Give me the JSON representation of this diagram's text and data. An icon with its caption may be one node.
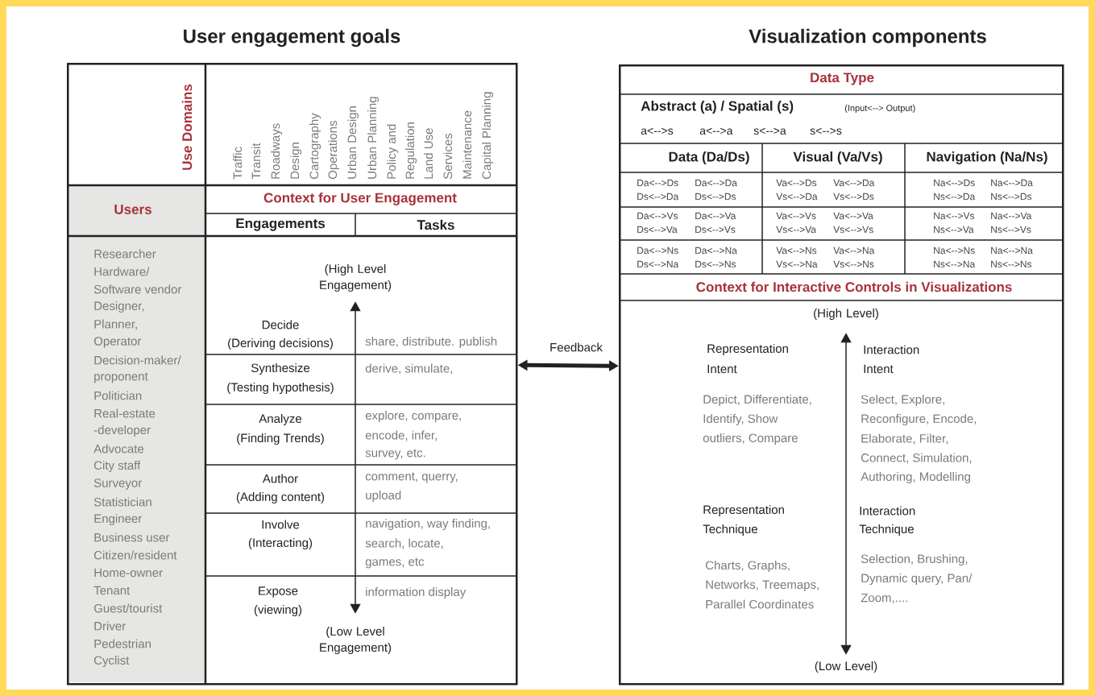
{
  "diagram": {
    "nodes": [
      {
        "text": [
          "User engagement goals"
        ]
      },
      {
        "text": [
          "Visualization components"
        ]
      },
      {
        "text": [
          "(High Level Engagement)"
        ],
        "in": 0
      },
      {
        "text": [
          "(Low Level Engagement)"
        ],
        "in": 0
      },
      {
        "text": [
          "(High Level)"
        ],
        "in": 1
      },
      {
        "text": [
          "(Low Level)"
        ],
        "in": 1
      }
    ],
    "edges": [
      {
        "from": 0,
        "to": 1,
        "arrow": "both",
        "label": "Feedback",
        "style": "thick"
      },
      {
        "from": 2,
        "to": 3,
        "arrow": "both"
      },
      {
        "from": 4,
        "to": 5,
        "arrow": "both"
      }
    ],
    "labels": [
      "Use Domains",
      "Traffic",
      "Transit",
      "Roadways",
      "Design",
      "Cartography",
      "Operations",
      "Urban Design",
      "Urban Planning",
      "Policy and",
      "Regulation",
      "Land Use",
      "Services",
      "Maintenance",
      "Capital Planning",
      "Users",
      "Context for User Engagement",
      "Engagements",
      "Tasks",
      "Researcher",
      "Hardware/",
      "Software vendor",
      "Designer,",
      "Planner,",
      "Operator",
      "Decision-maker/",
      "proponent",
      "Politician",
      "Real-estate",
      "-developer",
      "Advocate",
      "City staff",
      "Surveyor",
      "Statistician",
      "Engineer",
      "Business user",
      "Citizen/resident",
      "Home-owner",
      "Tenant",
      "Guest/tourist",
      "Driver",
      "Pedestrian",
      "Cyclist",
      "Decide",
      "(Deriving decisions)",
      "share, distribute. publish",
      "Synthesize",
      "(Testing hypothesis)",
      "derive, simulate,",
      "Analyze",
      "(Finding Trends)",
      "explore, compare,",
      "encode, infer,",
      "survey, etc.",
      "Author",
      "(Adding content)",
      "comment, querry,",
      "upload",
      "Involve",
      "(Interacting)",
      "navigation, way finding,",
      "search, locate,",
      "games, etc",
      "Expose",
      "(viewing)",
      "information display",
      "Data Type",
      "Abstract (a) / Spatial (s)",
      "(Input<--> Output)",
      "a<-->s",
      "a<-->a",
      "s<-->a",
      "s<-->s",
      "Data (Da/Ds)",
      "Visual (Va/Vs)",
      "Navigation (Na/Ns)",
      "Da<-->Ds",
      "Da<-->Da",
      "Va<-->Ds",
      "Va<-->Da",
      "Na<-->Ds",
      "Na<-->Da",
      "Ds<-->Da",
      "Ds<-->Ds",
      "Vs<-->Da",
      "Vs<-->Ds",
      "Ns<-->Da",
      "Ns<-->Ds",
      "Da<-->Vs",
      "Da<-->Va",
      "Va<-->Vs",
      "Va<-->Va",
      "Na<-->Vs",
      "Na<-->Va",
      "Ds<-->Va",
      "Ds<-->Vs",
      "Vs<-->Va",
      "Vs<-->Vs",
      "Ns<-->Va",
      "Ns<-->Vs",
      "Da<-->Ns",
      "Da<-->Na",
      "Va<-->Ns",
      "Va<-->Na",
      "Na<-->Ns",
      "Na<-->Na",
      "Ds<-->Na",
      "Ds<-->Ns",
      "Vs<-->Na",
      "Vs<-->Ns",
      "Ns<-->Na",
      "Ns<-->Ns",
      "Context for Interactive Controls in Visualizations",
      "Representation",
      "Intent",
      "Interaction",
      "Intent",
      "Depict, Differentiate,",
      "Identify, Show",
      "outliers, Compare",
      "Select, Explore,",
      "Reconfigure, Encode,",
      "Elaborate, Filter,",
      "Connect, Simulation,",
      "Authoring, Modelling",
      "Representation",
      "Technique",
      "Interaction",
      "Technique",
      "Charts, Graphs,",
      "Networks, Treemaps,",
      "Parallel Coordinates",
      "Selection, Brushing,",
      "Dynamic query, Pan/",
      "Zoom,...."
    ]
  }
}
